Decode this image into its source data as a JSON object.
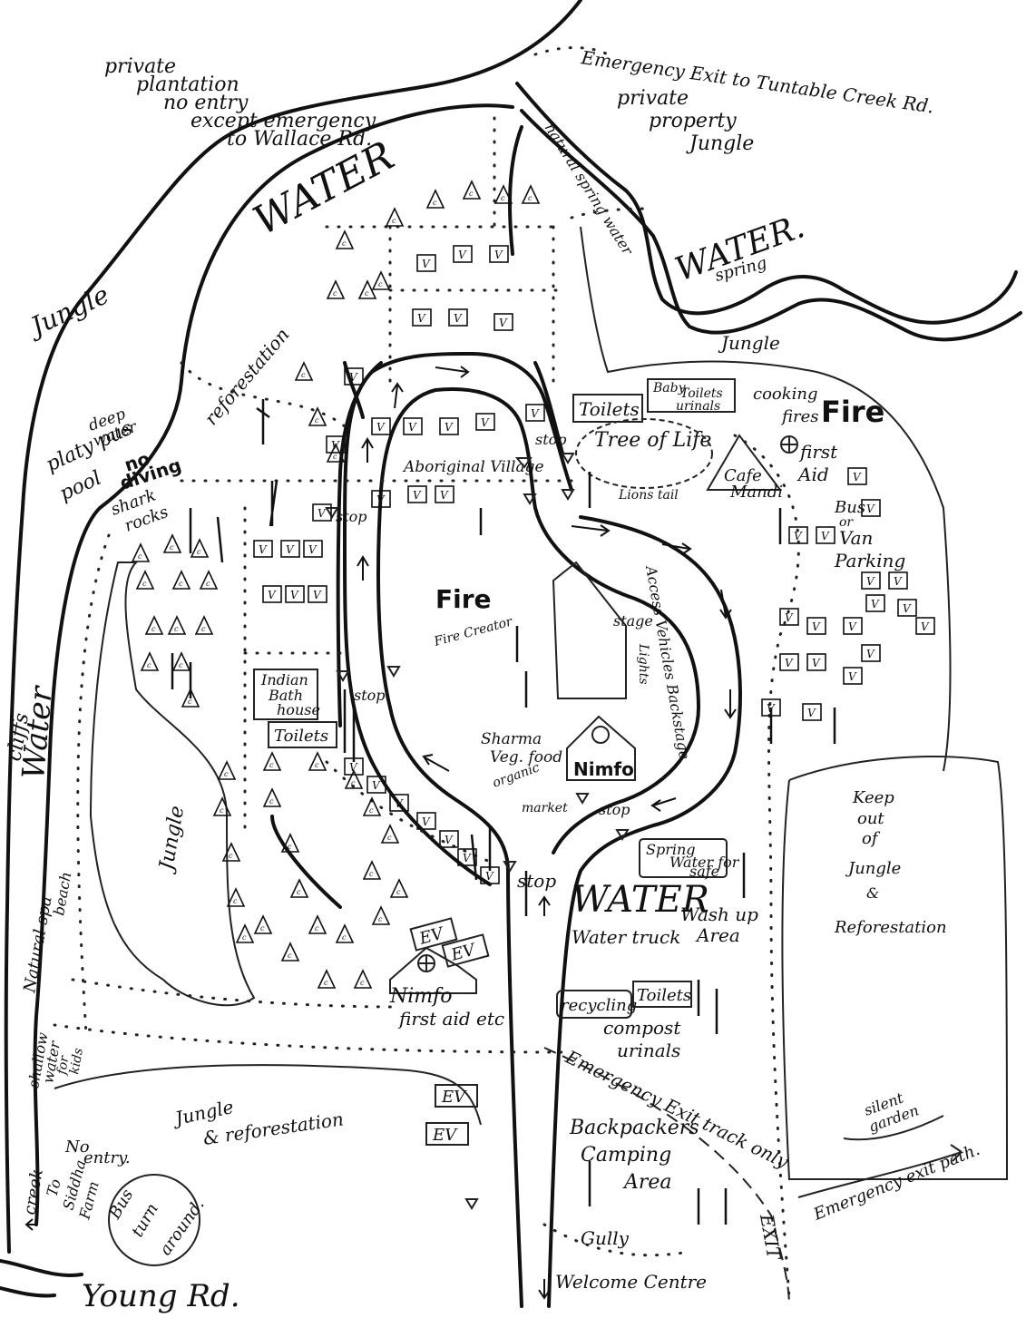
{
  "labels": {
    "private_plantation": [
      "private",
      "plantation",
      "no entry",
      "except emergency",
      "to Wallace Rd."
    ],
    "emergency_exit_top": "Emergency Exit to Tuntable Creek Rd.",
    "private_property": [
      "private",
      "property",
      "Jungle"
    ],
    "water_top": "WATER",
    "water_right": "WATER.",
    "spring": "spring",
    "natural_spring_water": "natural spring water",
    "jungle_left": "Jungle",
    "jungle_right_top": "Jungle",
    "reforestation_top": "reforestation",
    "deep_water": [
      "deep",
      "water"
    ],
    "platypus_pool": [
      "platy pus",
      "pool"
    ],
    "no_diving": [
      "no",
      "diving"
    ],
    "shark_rocks": [
      "shark",
      "rocks"
    ],
    "aboriginal_village": "Aboriginal Village",
    "stop": "stop",
    "toilets": "Toilets",
    "baby_toilets": [
      "Baby",
      "Toilets",
      "urinals"
    ],
    "cooking_fires": [
      "cooking",
      "fires"
    ],
    "fire_right": "Fire",
    "tree_of_life": "Tree of Life",
    "lions_tail": "Lions tail",
    "cafe_mandi": [
      "Cafe",
      "Mandi"
    ],
    "first_aid": [
      "first",
      "Aid"
    ],
    "bus_van_parking": [
      "Bus",
      "or",
      "Van",
      "Parking"
    ],
    "fire_center": "Fire",
    "fire_creator": "Fire Creator",
    "stage": "stage",
    "lights": "Lights",
    "access_vehicles": "Access Vehicles Backstage",
    "indian_bath_house": [
      "Indian",
      "Bath",
      "house"
    ],
    "toilets_left": "Toilets",
    "sharma_veg": [
      "Sharma",
      "Veg. food"
    ],
    "nimfo_center": "Nimfo",
    "organic_market": [
      "organic",
      "market"
    ],
    "cliffs": "cliffs",
    "water_left": "Water",
    "jungle_mid_left": "Jungle",
    "natural_spa": "Natural spa",
    "beach": "beach",
    "spring_water_safe": [
      "Spring",
      "Water for",
      "safe"
    ],
    "water_bottom": "WATER",
    "water_truck": "Water truck",
    "wash_up": [
      "Wash up",
      "Area"
    ],
    "keep_out": [
      "Keep",
      "out",
      "of",
      "Jungle",
      "&",
      "Reforestation"
    ],
    "ev": "EV",
    "nimfo_bottom": [
      "Nimfo",
      "first aid etc"
    ],
    "recycling": "recycling",
    "toilets_bottom": "Toilets",
    "compost_urinals": [
      "compost",
      "urinals"
    ],
    "emergency_exit_track": "Emergency Exit track only",
    "shallow_water": [
      "shallow",
      "water",
      "for",
      "kids"
    ],
    "jungle_reforestation": [
      "Jungle",
      "& reforestation"
    ],
    "silent_garden": [
      "silent",
      "garden"
    ],
    "emergency_exit_path": "Emergency exit path.",
    "backpackers": [
      "Backpackers",
      "Camping",
      "Area"
    ],
    "gully": "Gully",
    "welcome_centre": "Welcome Centre",
    "exit": "EXIT",
    "creek": "creek",
    "no_entry": [
      "No",
      "entry."
    ],
    "to_siddha": [
      "To",
      "Siddha",
      "Farm"
    ],
    "bus_turn": [
      "Bus",
      "turn",
      "around."
    ],
    "young_rd": "Young Rd."
  },
  "symbols": {
    "tent": "c",
    "van": "V"
  }
}
